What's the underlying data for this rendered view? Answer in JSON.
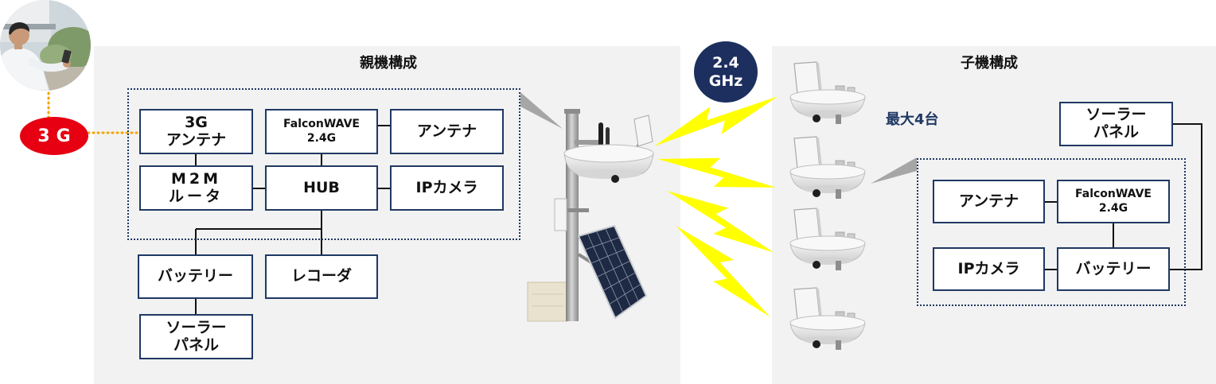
{
  "panels": {
    "parent_title": "親機構成",
    "child_title": "子機構成"
  },
  "network": {
    "label": "3G",
    "frequency": "2.4\nGHz"
  },
  "parent": {
    "antenna_3g": "3G\nアンテナ",
    "falconwave": "FalconWAVE\n2.4G",
    "antenna": "アンテナ",
    "router": "M2M\nルータ",
    "hub": "HUB",
    "ip_camera": "IPカメラ",
    "battery": "バッテリー",
    "recorder": "レコーダ",
    "solar_panel": "ソーラー\nパネル"
  },
  "child": {
    "max_units": "最大4台",
    "solar_panel": "ソーラー\nパネル",
    "antenna": "アンテナ",
    "falconwave": "FalconWAVE\n2.4G",
    "ip_camera": "IPカメラ",
    "battery": "バッテリー"
  },
  "colors": {
    "navy": "#1f3864",
    "dark_navy": "#1c2f5e",
    "red": "#e60012",
    "yellow": "#ffff00",
    "orange": "#f4a300",
    "panel": "#f2f2f2"
  },
  "icons": [
    "operator-photo",
    "pole-unit-photo",
    "child-unit-photo",
    "signal-bolt"
  ]
}
